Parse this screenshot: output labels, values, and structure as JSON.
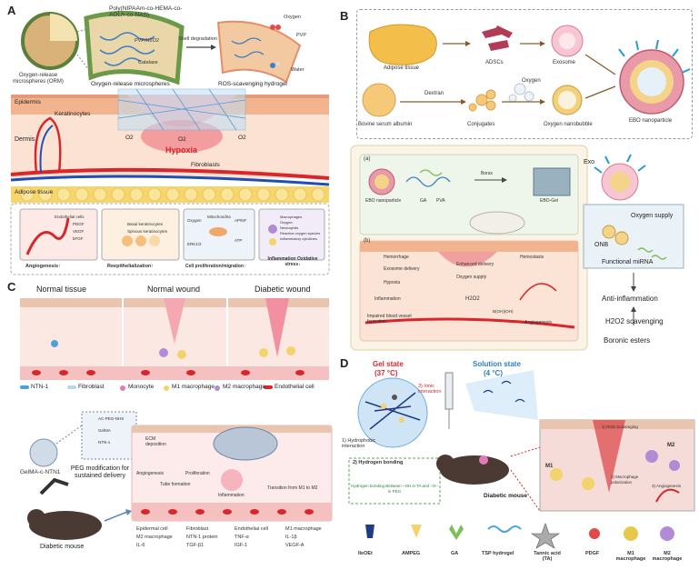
{
  "panels": {
    "A": {
      "label": "A",
      "orm_title": "Oxygen-release microspheres (ORM)",
      "polymer": "Poly(NIPAAm-co-HEMA-co-AOLA-co-NAS)",
      "pvp_h2o2": "PVP/H2O2",
      "catalase": "Catalase",
      "shell_degradation": "Shell degradation",
      "oxygen": "Oxygen",
      "pvp": "PVP",
      "water": "Water",
      "oxygen_release_microspheres": "Oxygen-release microspheres",
      "ros_hydrogel": "ROS-scavenging hydrogel",
      "epidermis": "Epidermis",
      "keratinocytes": "Keratinocytes",
      "dermis": "Dermis",
      "o2": "O2",
      "hypoxia": "Hypoxia",
      "fibroblasts": "Fibroblasts",
      "adipose": "Adipose tissue",
      "bottom": [
        {
          "title": "Angiogenesis↑",
          "items": [
            "Endothelial cells",
            "PDGF",
            "VEGF",
            "bFGF"
          ]
        },
        {
          "title": "Reepithelialization↑",
          "items": [
            "Basal keratinocytes",
            "Spinous keratinocytes"
          ]
        },
        {
          "title": "Cell proliferation/migration↑",
          "items": [
            "Oxygen",
            "Mitochondria",
            "ERK1/2",
            "AP/NF",
            "ATP"
          ]
        },
        {
          "title": "Inflammation Oxidative stress↓",
          "items": [
            "Macrophages",
            "Oxygen",
            "Neutrophils",
            "Reactive oxygen species",
            "Inflammatory cytokines"
          ]
        }
      ]
    },
    "B": {
      "label": "B",
      "adipose": "Adipose tissue",
      "adscs": "ADSCs",
      "exosome": "Exosome",
      "ebo": "EBO nanoparticle",
      "dextran": "Dextran",
      "oxygen": "Oxygen",
      "bsa": "Bovine serum albumin",
      "conjugates": "Conjugates",
      "nanobubble": "Oxygen nanobubble",
      "a": "(a)",
      "b": "(b)",
      "borax": "Borax",
      "ebo_nano": "EBO nanoparticle",
      "ga": "GA",
      "pva": "PVA",
      "ebo_gel": "EBO-Gel",
      "hemorrhage": "Hemorrhage",
      "hemostasis": "Hemostasis",
      "exo_delivery": "Exosome delivery",
      "enhanced_delivery": "Enhanced delivery",
      "oxygen_supply_b": "Oxygen supply",
      "hypoxia": "Hypoxia",
      "inflammation": "Inflammation",
      "h2o2": "H2O2",
      "impaired": "Impaired blood vessel formation",
      "angiogenesis": "Angiogenesis",
      "boh": "B(OH)(OH)",
      "exo": "Exo",
      "oxygen_supply": "Oxygen supply",
      "onb": "ONB",
      "mirna": "Functional miRNA",
      "anti_inflammation": "Anti-inflammation",
      "h2o2_scavenging": "H2O2 scavenging",
      "boronic": "Boronic esters"
    },
    "C": {
      "label": "C",
      "normal_tissue": "Normal tissue",
      "normal_wound": "Normal wound",
      "diabetic_wound": "Diabetic wound",
      "legend": [
        "NTN-1",
        "Fibroblast",
        "Monocyte",
        "M1 macrophage",
        "M2 macrophage",
        "Endothelial cell"
      ],
      "gelma": "GelMA-c-NTN1",
      "peg_mod": "PEG modification for sustained delivery",
      "ac_peg": "AC-PEG-NHS",
      "gelma_small": "GelMA",
      "ntn1": "NTN-1",
      "ecm": "ECM deposition",
      "angiogenesis": "Angiogenesis",
      "tube": "Tube formation",
      "proliferation": "Proliferation",
      "inflammation": "Inflammation",
      "transition": "Transition from M1 to M2",
      "diabetic_mouse": "Diabetic mouse",
      "bottom_legend": [
        "Epidermal cell",
        "Fibroblast",
        "Endothelial cell",
        "M1 macrophage",
        "M2 macrophage",
        "NTN-1 protein",
        "TNF-α",
        "IL-1β",
        "IL-6",
        "TGF-β1",
        "IGF-1",
        "VEGF-A"
      ]
    },
    "D": {
      "label": "D",
      "gel_state": "Gel state",
      "gel_temp": "(37 °C)",
      "solution_state": "Solution state",
      "sol_temp": "(4 °C)",
      "ionic": "3) Ionic interaction",
      "hydrophobic": "1) Hydrophobic interaction",
      "hbond": "2) Hydrogen bonding",
      "hbond_detail": "Hydrogen bonding Between –OH in TA and –O– in PEG",
      "diabetic_mouse": "Diabetic mouse",
      "ros": "1) ROS Scavenging",
      "m2": "M2",
      "m1": "M1",
      "macrophage_pol": "2) Macrophage polarization",
      "angio": "3) Angiogenesis",
      "legend": [
        {
          "label": "IleOEt",
          "color": "#1f3c88"
        },
        {
          "label": "AMPEG",
          "color": "#f3d36b"
        },
        {
          "label": "GA",
          "color": "#7fbf5a"
        },
        {
          "label": "TSP hydrogel",
          "color": "#4aa3d8"
        },
        {
          "label": "Tannic acid (TA)",
          "color": "#555555"
        },
        {
          "label": "PDGF",
          "color": "#e24a4a"
        },
        {
          "label": "M1 macrophage",
          "color": "#e8c84a"
        },
        {
          "label": "M2 macrophage",
          "color": "#b28ad6"
        }
      ]
    }
  },
  "colors": {
    "skin": "#f4c9a8",
    "red": "#d9262b",
    "blue": "#1f4fb5",
    "yellow": "#f5d36b",
    "pink": "#f6d9d9"
  }
}
